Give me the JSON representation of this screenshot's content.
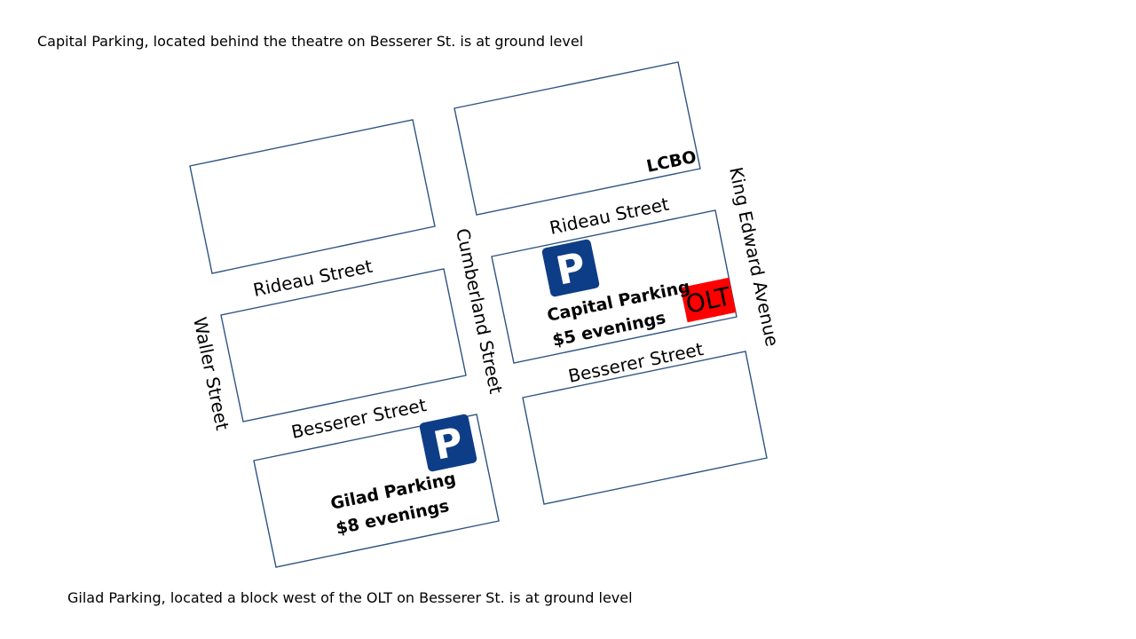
{
  "captions": {
    "top": "Capital Parking, located behind the theatre on Besserer St. is at ground level",
    "bottom": "Gilad Parking, located a block west of the OLT on Besserer St. is at ground level"
  },
  "streets": {
    "rideau_west": "Rideau Street",
    "rideau_east": "Rideau Street",
    "besserer_west": "Besserer Street",
    "besserer_east": "Besserer Street",
    "cumberland": "Cumberland Street",
    "waller": "Waller Street",
    "king_edward": "King Edward Avenue"
  },
  "landmarks": {
    "lcbo": "LCBO",
    "olt": "OLT"
  },
  "parking": {
    "sign_letter": "P",
    "capital_name": "Capital Parking",
    "capital_price": "$5 evenings",
    "gilad_name": "Gilad Parking",
    "gilad_price": "$8 evenings"
  },
  "colors": {
    "block_outline": "#2e5483",
    "parking_sign": "#0e3d87",
    "olt_marker": "#ff0000"
  }
}
